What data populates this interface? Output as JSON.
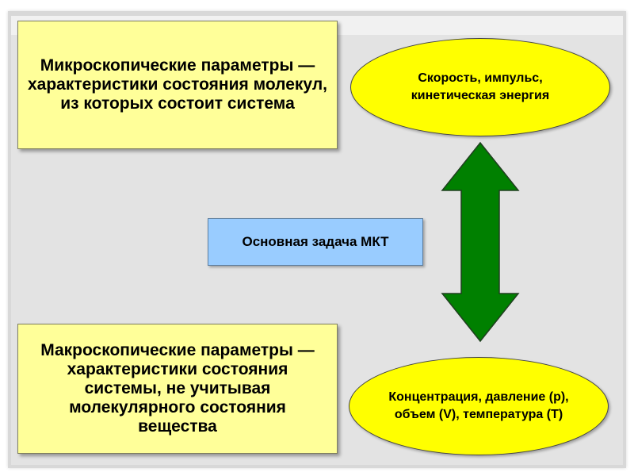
{
  "micro_box": {
    "text": "Микроскопические параметры — характеристики состояния молекул, из которых состоит система"
  },
  "macro_box": {
    "text": "Макроскопические параметры — характеристики состояния системы, не учитывая молекулярного состояния вещества"
  },
  "task_box": {
    "text": "Основная задача МКТ"
  },
  "micro_ellipse": {
    "text": "Скорость, импульс, кинетическая энергия"
  },
  "macro_ellipse": {
    "text": "Концентрация, давление (p), объем (V), температура (T)"
  },
  "colors": {
    "box_fill": "#ffff99",
    "task_fill": "#99ccff",
    "ellipse_fill": "#ffff00",
    "arrow_fill": "#008000",
    "slide_bg": "#e3e3e3"
  },
  "icons": {
    "arrow": "double-vertical-arrow-icon"
  }
}
